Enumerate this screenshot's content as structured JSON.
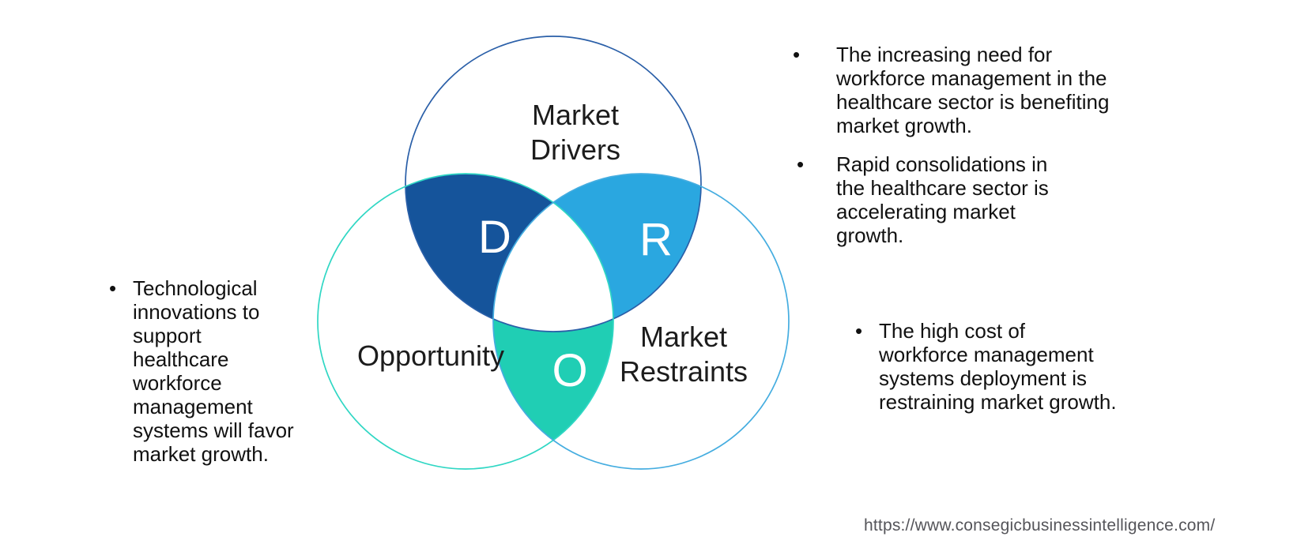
{
  "diagram": {
    "circles": {
      "drivers": {
        "label_lines": [
          "Market",
          "Drivers"
        ],
        "letter": "D",
        "stroke": "#2A5FA8"
      },
      "opportunity": {
        "label_lines": [
          "Opportunity"
        ],
        "letter": "O",
        "stroke": "#30D7C4"
      },
      "restraints": {
        "label_lines": [
          "Market",
          "Restraints"
        ],
        "letter": "R",
        "stroke": "#45ADE0"
      }
    },
    "region_colors": {
      "drivers_opportunity": "#15549B",
      "drivers_restraints": "#2AA7E0",
      "opportunity_restraints": "#20CEB4",
      "center": "#FFFFFF"
    },
    "letter_color": "#FFFFFF"
  },
  "bullets": {
    "marker": "•",
    "left": {
      "lines": [
        "Technological",
        "innovations to",
        "support",
        "healthcare",
        "workforce",
        "management",
        "systems will favor",
        "market growth."
      ]
    },
    "right_top": {
      "lines": [
        "The increasing need for",
        "workforce management in the",
        "healthcare sector is benefiting",
        "market growth."
      ]
    },
    "right_middle": {
      "lines": [
        "Rapid consolidations in",
        "the healthcare sector is",
        "accelerating market",
        "growth."
      ]
    },
    "right_bottom": {
      "lines": [
        "The high cost of",
        "workforce management",
        "systems deployment is",
        "restraining market growth."
      ]
    }
  },
  "footer": {
    "url": "https://www.consegicbusinessintelligence.com/"
  }
}
